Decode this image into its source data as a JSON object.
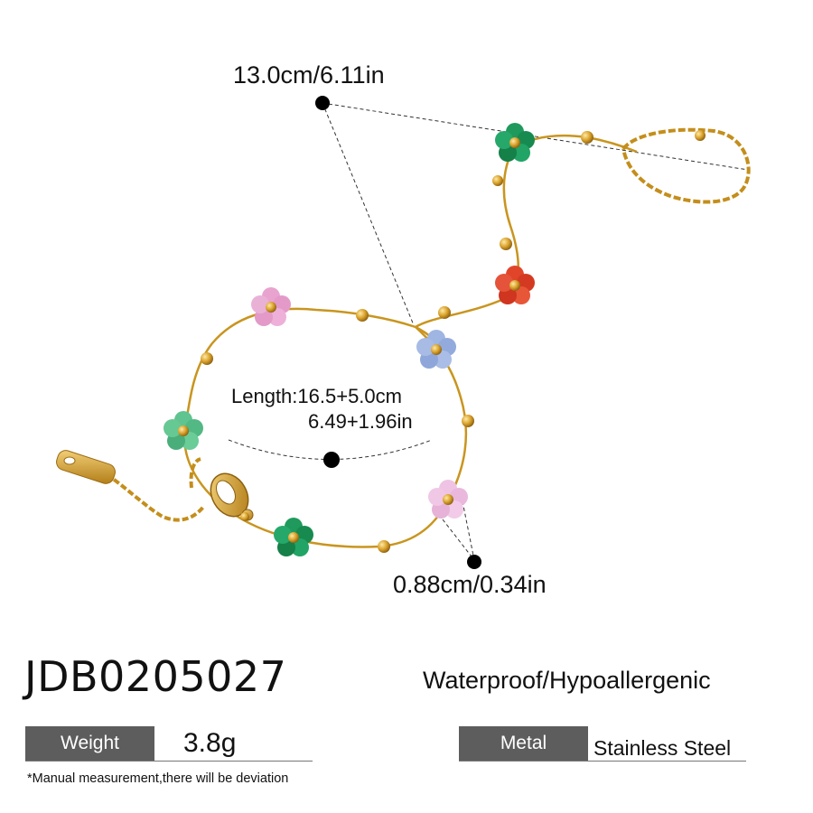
{
  "dimensions": {
    "hand_loop": "13.0cm/6.11in",
    "length_cm": "Length:16.5+5.0cm",
    "length_in": "6.49+1.96in",
    "flower_size": "0.88cm/0.34in"
  },
  "product": {
    "sku": "JDB0205027",
    "features": "Waterproof/Hypoallergenic"
  },
  "specs": [
    {
      "label": "Weight",
      "value": "3.8g"
    },
    {
      "label": "Metal",
      "value": "Stainless Steel"
    }
  ],
  "note": "*Manual measurement,there will be deviation",
  "colors": {
    "gold": "#d4a22a",
    "gold_dark": "#a87716",
    "spec_box": "#5d5d5d",
    "green": "#1f9a5c",
    "red": "#e0452a",
    "pink": "#e9a3cf",
    "blue": "#9fb5e2",
    "mint": "#5fc48f",
    "light_pink": "#efc3e3"
  }
}
